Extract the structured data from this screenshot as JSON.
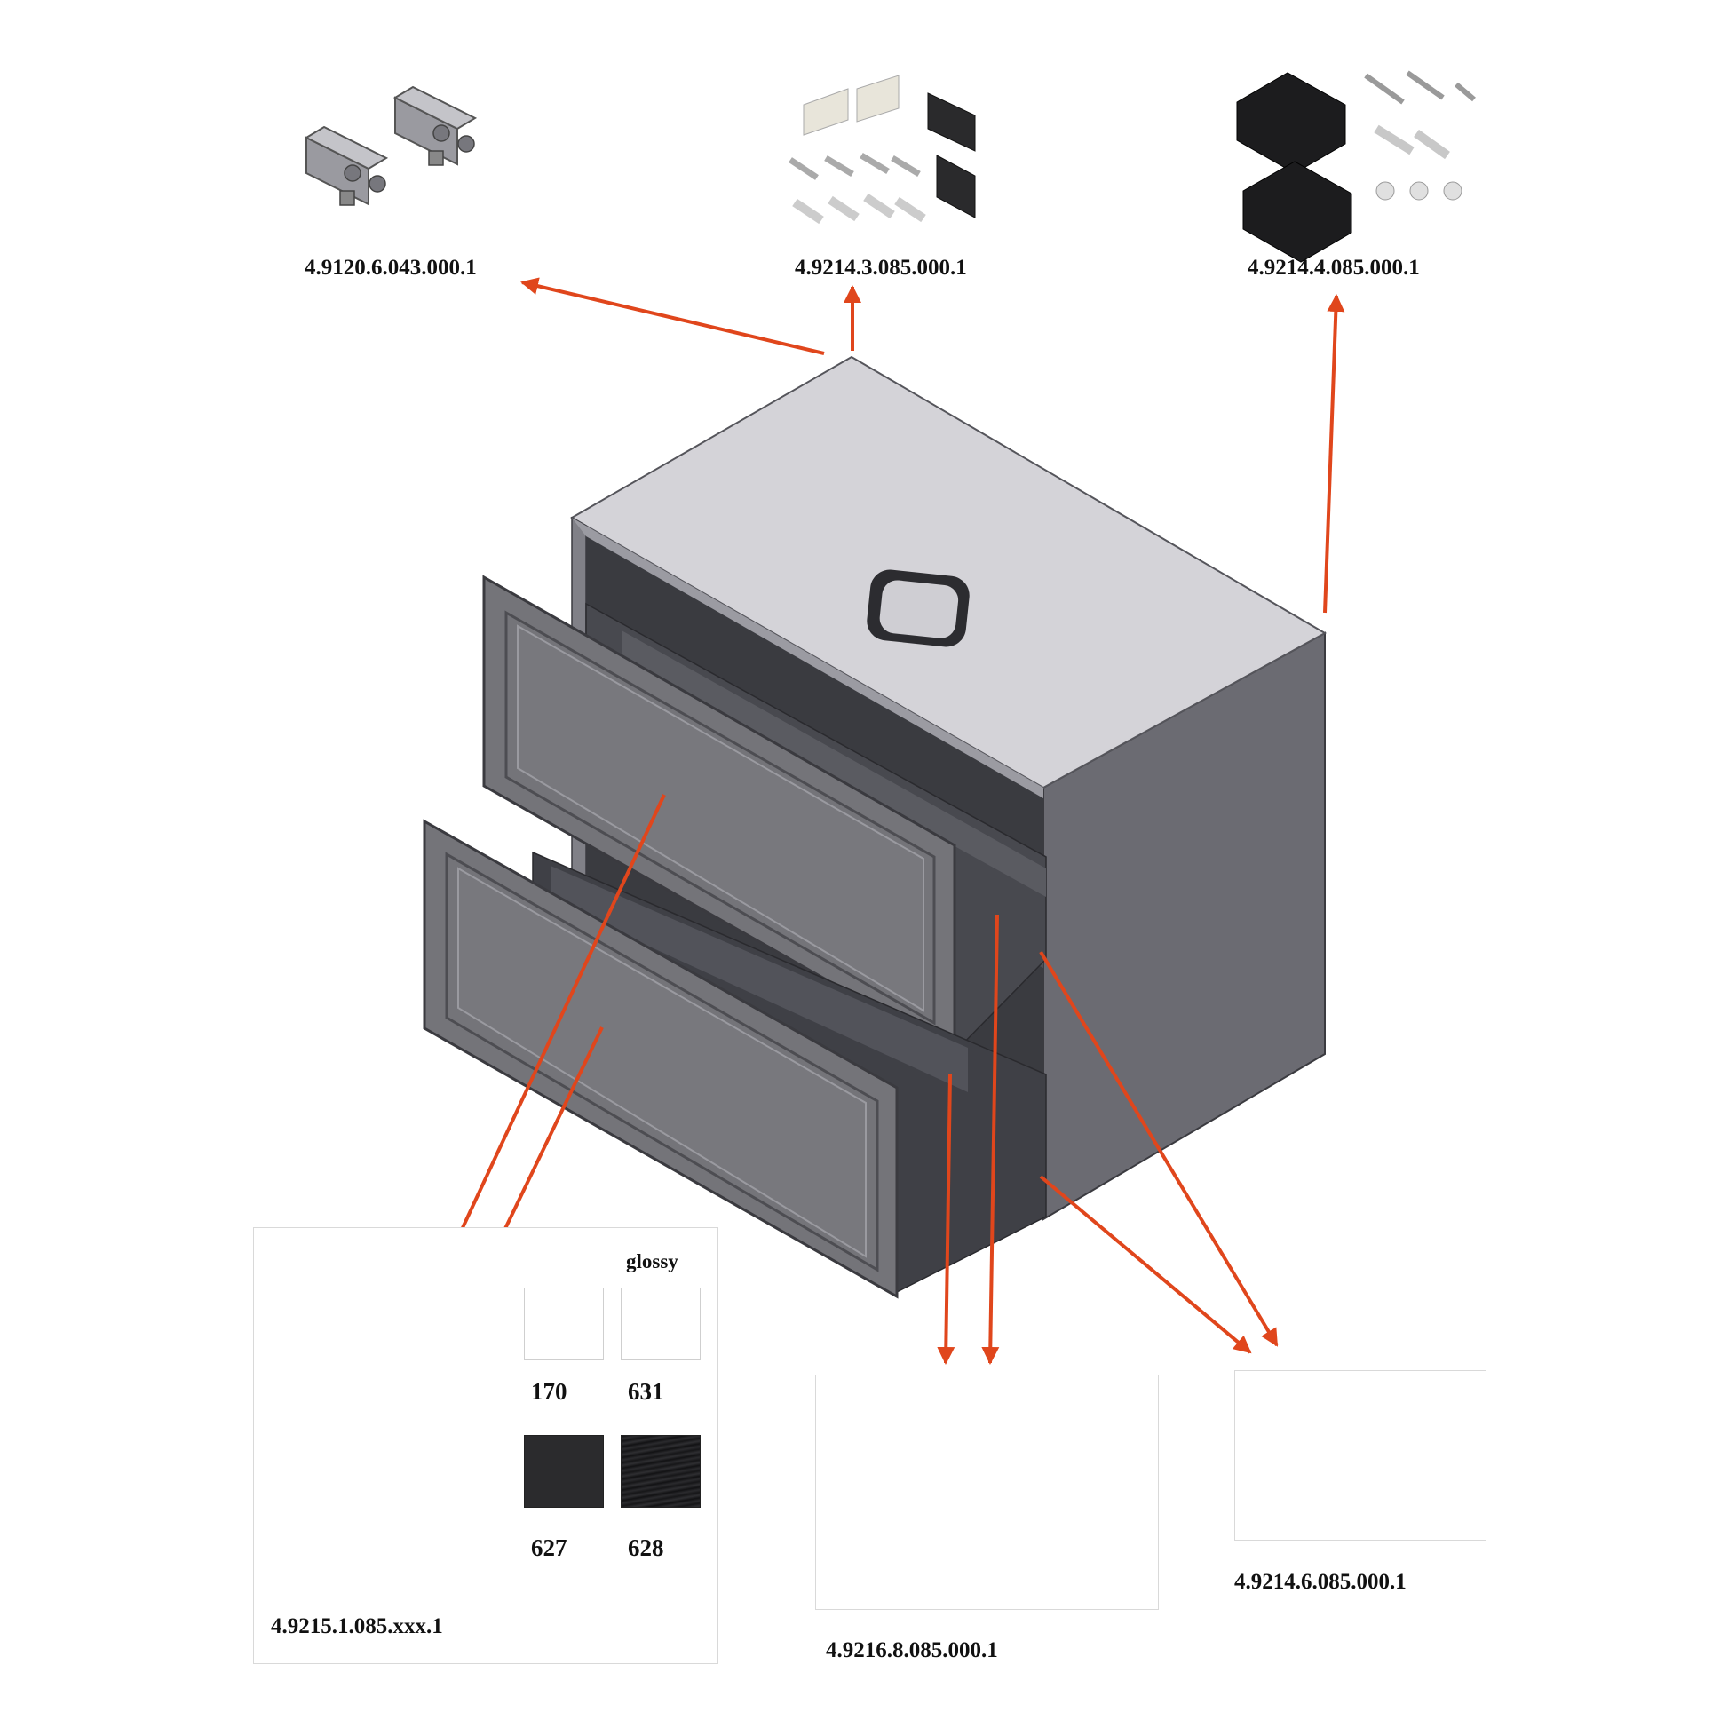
{
  "parts": {
    "hinges": {
      "code": "4.9120.6.043.000.1",
      "icon": "hinge-set-icon"
    },
    "hanging_fittings": {
      "code": "4.9214.3.085.000.1",
      "icon": "hanging-fittings-icon"
    },
    "wall_brackets": {
      "code": "4.9214.4.085.000.1",
      "icon": "wall-bracket-set-icon"
    },
    "drawer_fronts": {
      "code": "4.9215.1.085.xxx.1",
      "icon": "drawer-front-icon"
    },
    "inner_drawer": {
      "code": "4.9216.8.085.000.1",
      "icon": "inner-drawer-icon"
    },
    "drawer_runners": {
      "code": "4.9214.6.085.000.1",
      "icon": "drawer-runner-icon"
    }
  },
  "finishes": {
    "glossy_label": "glossy",
    "swatches": [
      {
        "code": "170",
        "color": "#ffffff"
      },
      {
        "code": "631",
        "color": "#ffffff"
      },
      {
        "code": "627",
        "color": "#2b2b2d"
      },
      {
        "code": "628",
        "color": "#1c1c1e"
      }
    ]
  },
  "colors": {
    "arrow": "#e0461c",
    "cabinet_top": "#d4d3d8",
    "cabinet_side": "#6b6b72",
    "front": "#747479",
    "interior": "#3a3b40"
  }
}
